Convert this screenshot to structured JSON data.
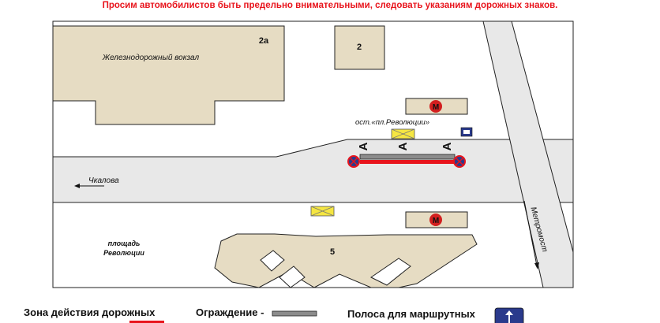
{
  "notice": "Просим автомобилистов быть предельно внимательными, следовать указаниям дорожных знаков.",
  "buildings": {
    "station_name": "Железнодорожный вокзал",
    "station_number": "2а",
    "building_2": "2",
    "building_5": "5"
  },
  "labels": {
    "stop_name": "ост.«пл.Революции»",
    "street_chkalova": "Чкалова",
    "square_line1": "площадь",
    "square_line2": "Революции",
    "bridge": "Метромост",
    "metro": "М",
    "lane_letter": "А"
  },
  "legend": {
    "zone": "Зона действия дорожных",
    "fence": "Ограждение -",
    "bus_lane": "Полоса для маршрутных"
  },
  "colors": {
    "notice": "#e8141c",
    "building": "#e6dcc3",
    "road": "#e8e8e8",
    "zone_line": "#e8141c",
    "fence": "#8c8c8c",
    "bus_stop_sign": "#f5e642",
    "metro": "#d21f1f",
    "lane_sign": "#2a3a8c"
  },
  "icons": {
    "no_stopping": "no-stopping-sign-icon",
    "bus_stop": "bus-stop-sign-icon",
    "metro": "metro-icon",
    "lane": "bus-lane-sign-icon"
  }
}
